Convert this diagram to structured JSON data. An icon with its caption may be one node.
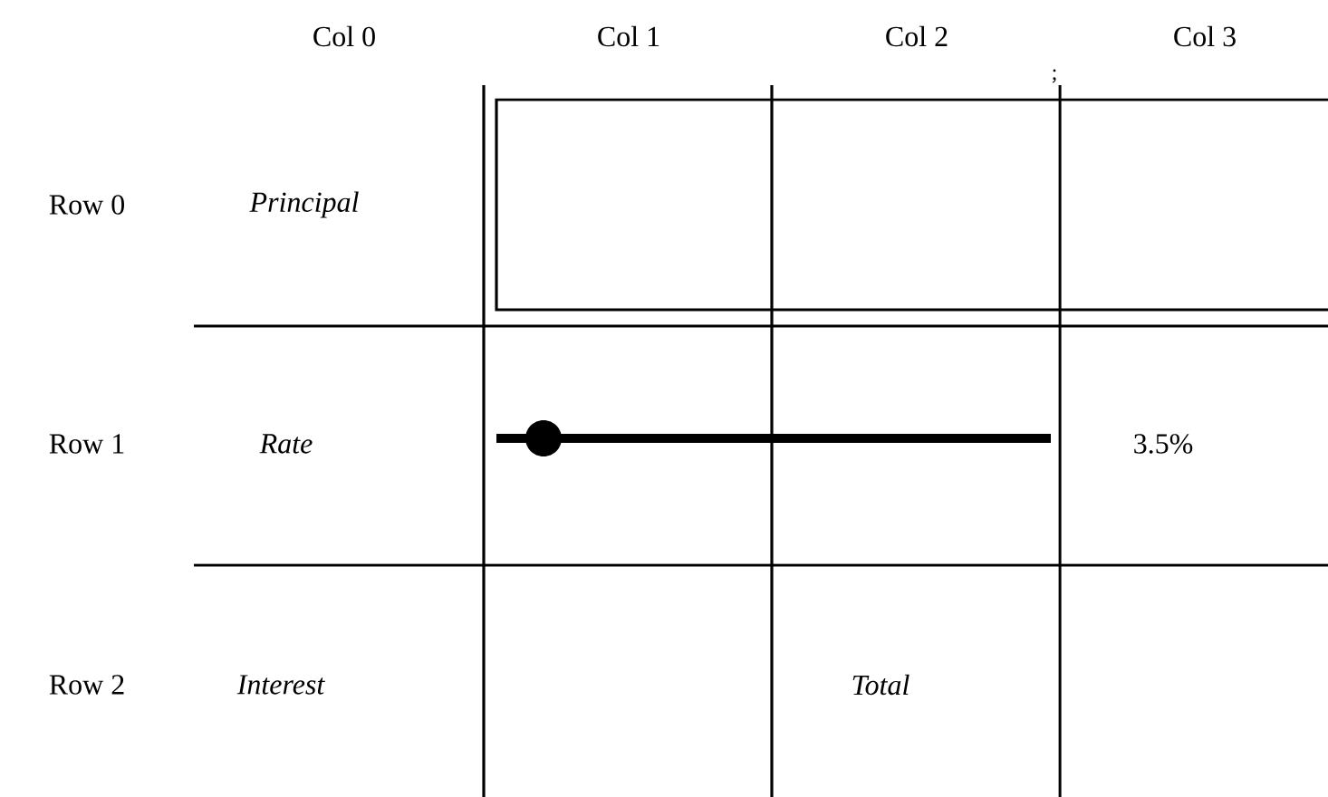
{
  "diagram": {
    "labels": [
      "Col 0",
      "Col 1",
      "Col 2",
      "Col 3",
      ";",
      "Row 0",
      "Principal",
      "Row 1",
      "Rate",
      "3.5%",
      "Row 2",
      "Interest",
      "Total"
    ]
  }
}
